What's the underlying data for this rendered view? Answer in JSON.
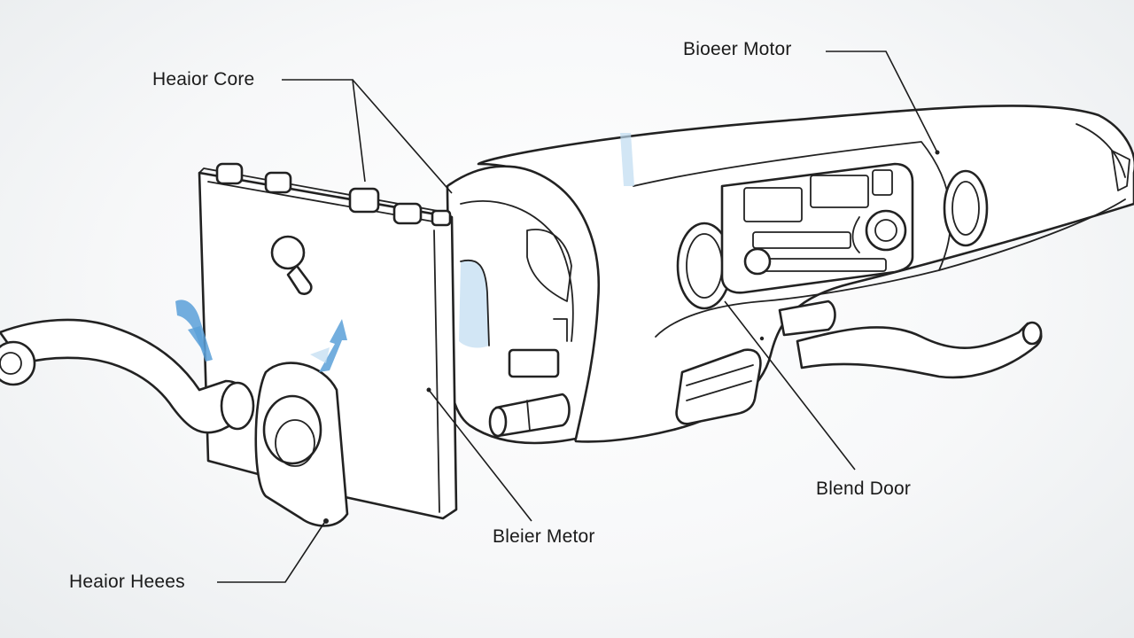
{
  "labels": {
    "heater_core": "Heaior Core",
    "blower_motor_top": "Bioeer Motor",
    "blend_door": "Blend Door",
    "blower_motor_bottom": "Bleier Metor",
    "heater_hoses": "Heaior Heees"
  },
  "colors": {
    "line": "#222222",
    "airflow_arrow": "#5aa0d8",
    "background": "#f4f6f7"
  }
}
